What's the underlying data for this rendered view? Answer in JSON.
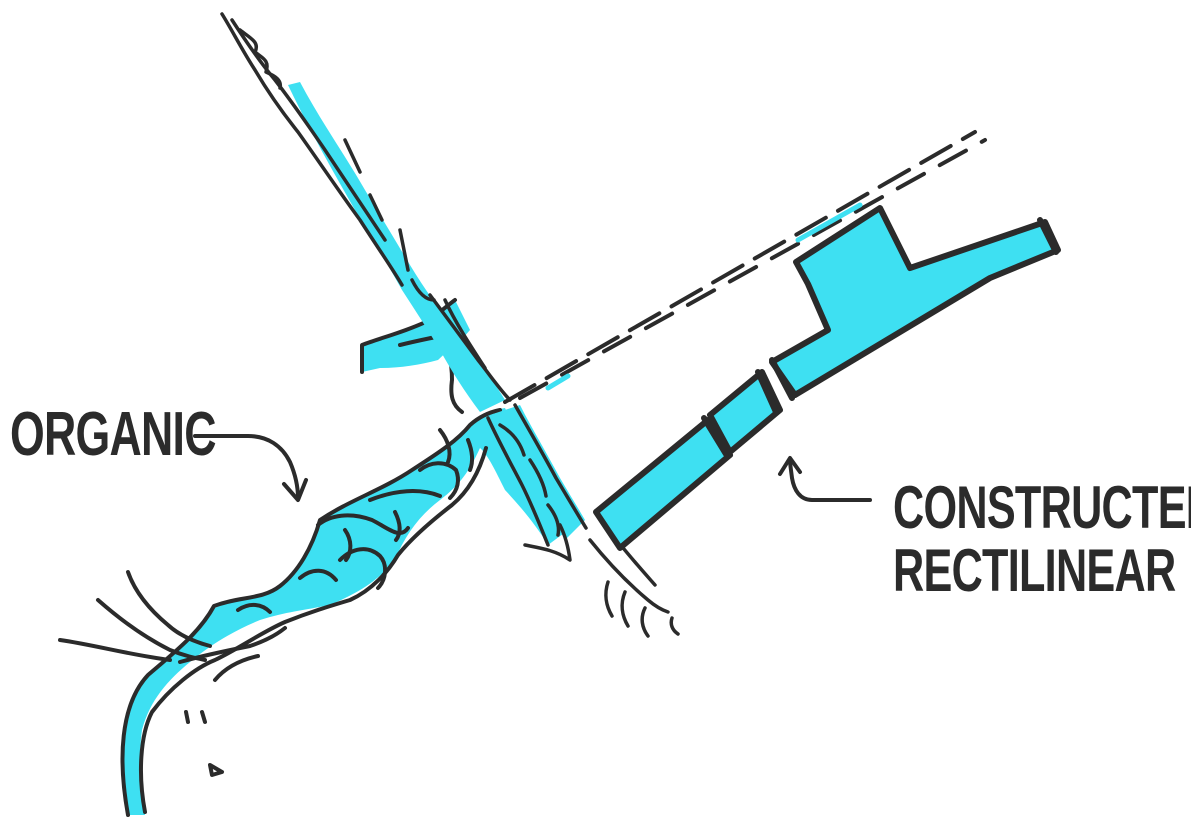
{
  "colors": {
    "ink": "#2b2b2b",
    "water": "#3ee0f2",
    "background": "#ffffff"
  },
  "labels": {
    "organic": "ORGANIC",
    "constructed_line1": "CONSTRUCTED/",
    "constructed_line2": "RECTILINEAR"
  }
}
